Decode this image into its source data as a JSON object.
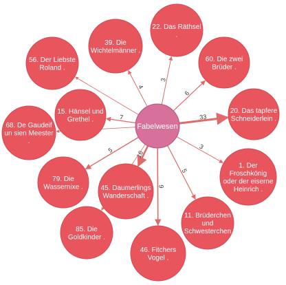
{
  "colors": {
    "leaf_fill": "#e8555d",
    "center_fill": "#d7709a",
    "edge": "#e06a6a"
  },
  "center": {
    "label": "Fabelwesen"
  },
  "nodes": [
    {
      "id": "n39",
      "lines": [
        "39. Die",
        "Wichtelmänner ."
      ],
      "edge_label": "4"
    },
    {
      "id": "n22",
      "lines": [
        "22. Das Räthsel",
        "."
      ],
      "edge_label": "3"
    },
    {
      "id": "n60",
      "lines": [
        "60. Die zwei",
        "Brüder ."
      ],
      "edge_label": "6"
    },
    {
      "id": "n56",
      "lines": [
        "56. Der Liebste",
        "Roland ."
      ],
      "edge_label": ""
    },
    {
      "id": "n15",
      "lines": [
        "15. Hänsel und",
        "Grethel ."
      ],
      "edge_label": "7"
    },
    {
      "id": "n20",
      "lines": [
        "20. Das tapfere",
        "Schneiderlein ."
      ],
      "edge_label": "33"
    },
    {
      "id": "n68",
      "lines": [
        "68. De Gaudeif",
        "un sien Meester",
        "."
      ],
      "edge_label": ""
    },
    {
      "id": "n1",
      "lines": [
        "1. Der",
        "Froschkönig",
        "oder der eiserne",
        "Heinrich ."
      ],
      "edge_label": "3"
    },
    {
      "id": "n79",
      "lines": [
        "79. Die",
        "Wassernixe ."
      ],
      "edge_label": "5"
    },
    {
      "id": "n45",
      "lines": [
        "45. Daumerlings",
        "Wanderschaft ."
      ],
      "edge_label": "16"
    },
    {
      "id": "n11",
      "lines": [
        "11. Brüderchen",
        "und",
        "Schwesterchen"
      ],
      "edge_label": "5"
    },
    {
      "id": "n85",
      "lines": [
        "85. Die",
        "Goldkinder ."
      ],
      "edge_label": ""
    },
    {
      "id": "n46",
      "lines": [
        "46. Fitchers",
        "Vogel ."
      ],
      "edge_label": "9"
    }
  ]
}
